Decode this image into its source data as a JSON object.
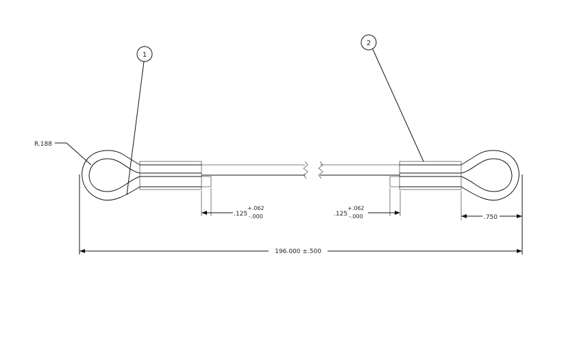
{
  "balloons": [
    {
      "label": "1"
    },
    {
      "label": "2"
    }
  ],
  "dimensions": {
    "radius": "R.188",
    "left_offset": {
      "value": ".125",
      "upper_tol": "+.062",
      "lower_tol": "-.000"
    },
    "right_offset": {
      "value": ".125",
      "upper_tol": "+.062",
      "lower_tol": "-.000"
    },
    "loop_length": ".750",
    "overall_length": "196.000 ±.500"
  }
}
